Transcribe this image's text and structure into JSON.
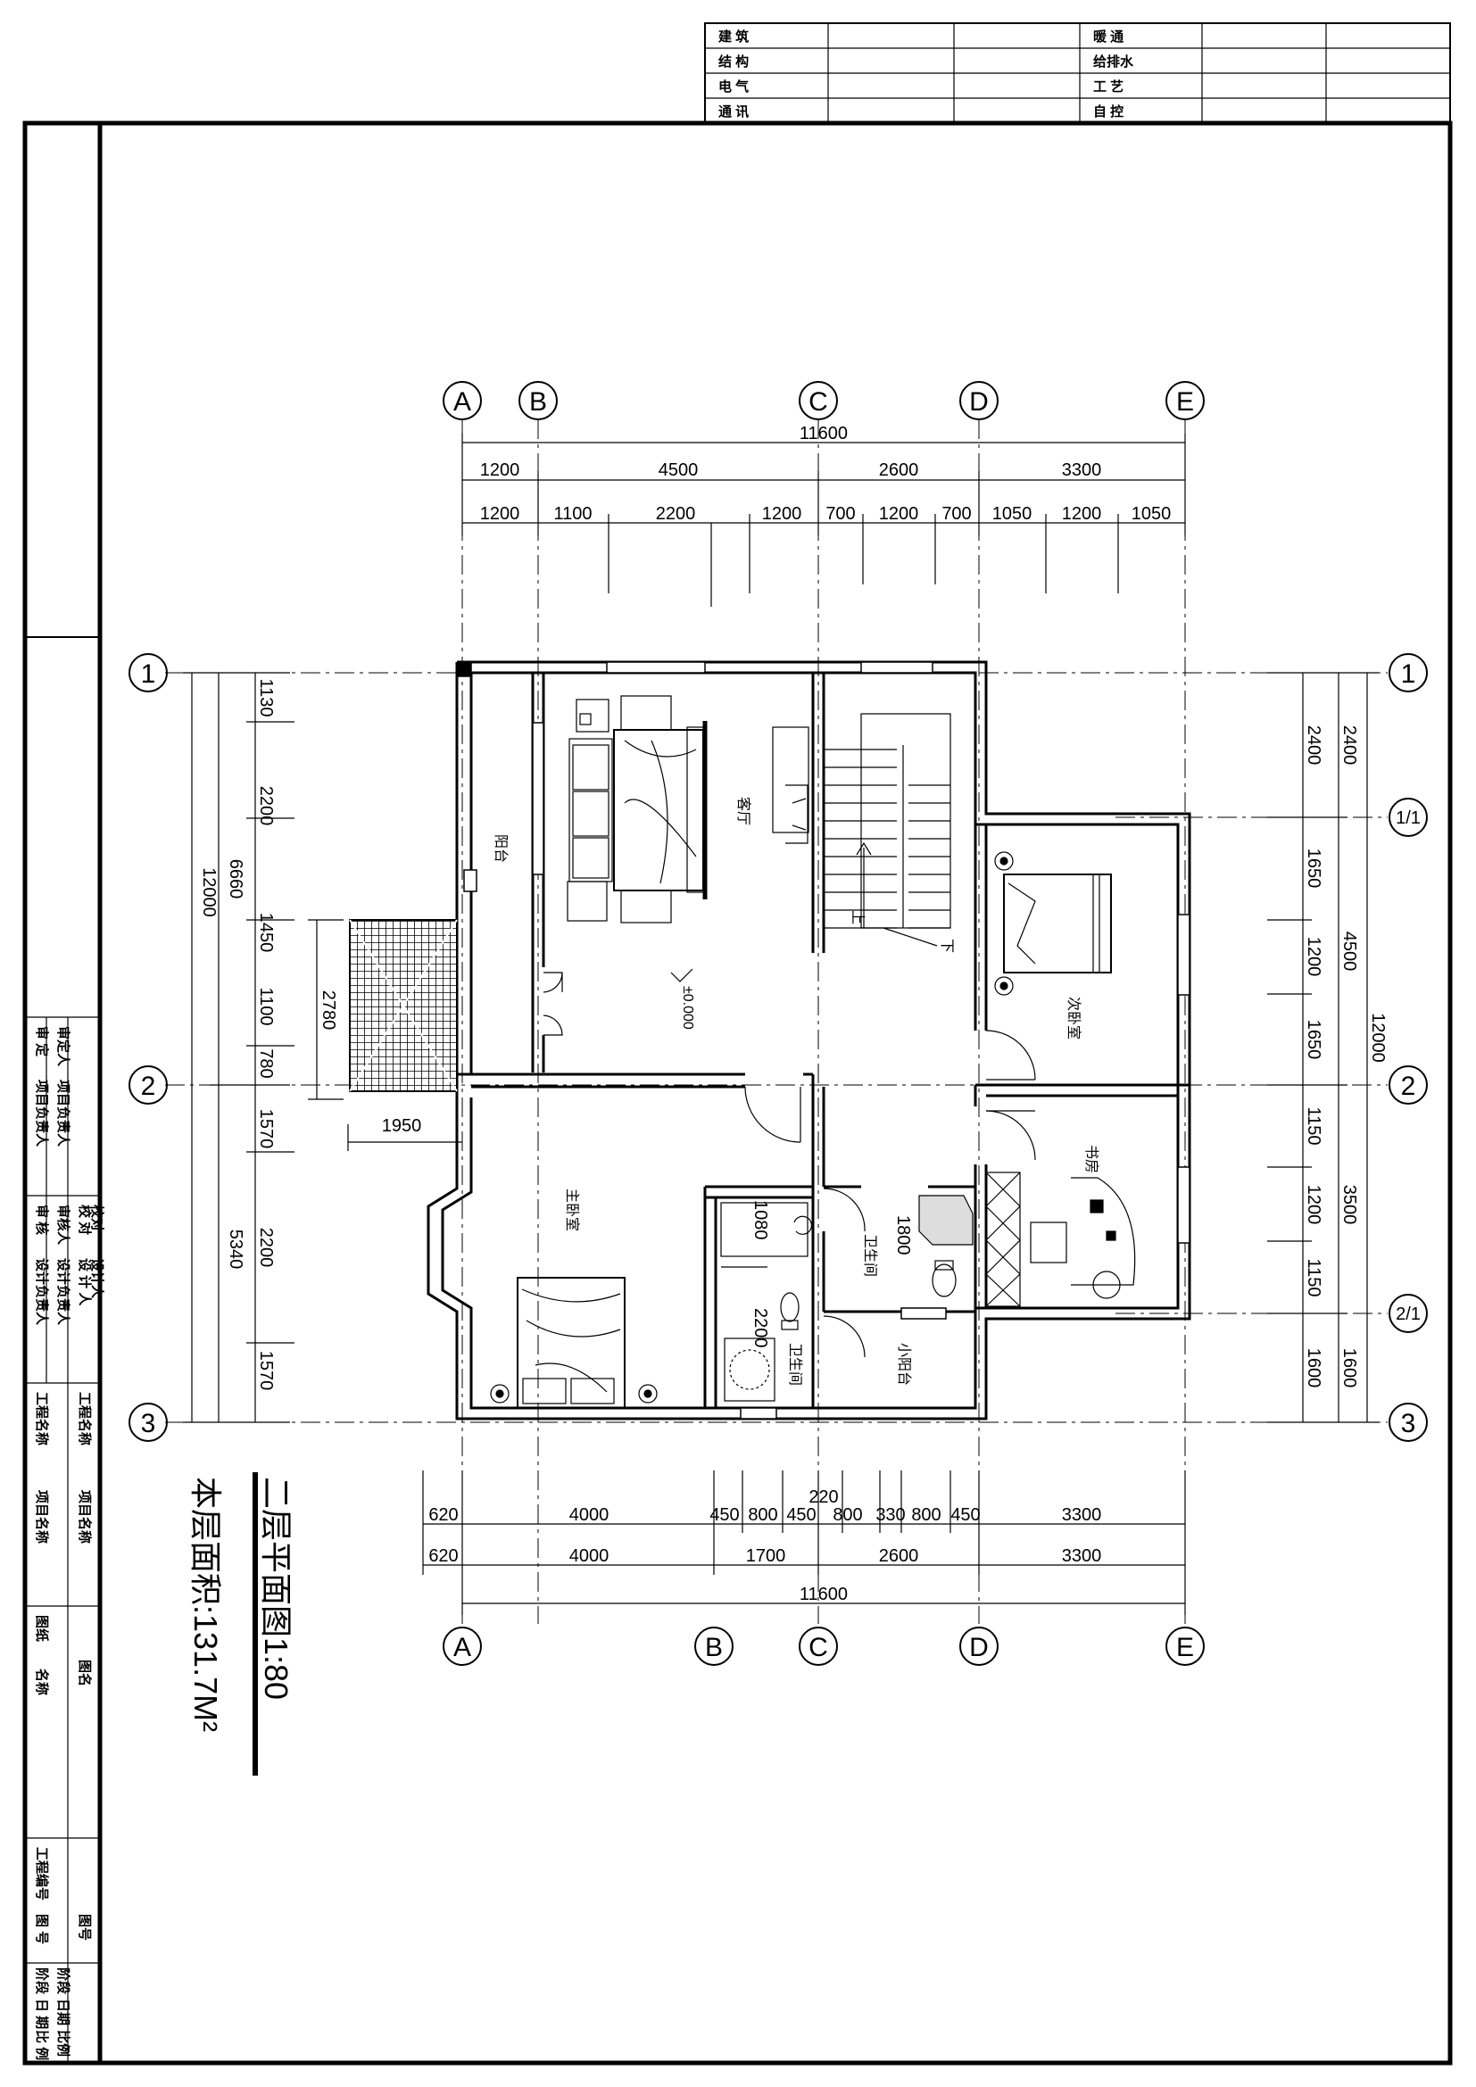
{
  "sheet": {
    "top_block": {
      "left_labels": [
        "建 筑",
        "结 构",
        "电 气",
        "通 讯"
      ],
      "right_labels": [
        "暖 通",
        "给排水",
        "工 艺",
        "自 控"
      ]
    },
    "side_block": {
      "review_labels": [
        "审 定",
        "项目负责人",
        "审 核",
        "设计负责人",
        "校 对",
        "设 计 人"
      ],
      "review_values": [
        "审定人",
        "项目负责人",
        "审核人",
        "设计负责人",
        "校对",
        "设计人"
      ],
      "project_labels": [
        "工程名称",
        "项目名称"
      ],
      "project_values": [
        "工程名称",
        "项目名称"
      ],
      "drawing_labels": [
        "图纸",
        "名称"
      ],
      "drawing_value": "图名",
      "number_labels": [
        "工程编号",
        "图 号"
      ],
      "number_value": "图号",
      "phase_labels": [
        "阶段",
        "日 期",
        "比 例"
      ],
      "phase_values": [
        "阶段",
        "日期",
        "比例"
      ]
    }
  },
  "plan": {
    "title": "二层平面图1:80",
    "area": "本层面积:131.7M²",
    "axes_letter": [
      "A",
      "B",
      "C",
      "D",
      "E"
    ],
    "axes_number": [
      "1",
      "1/1",
      "2",
      "2/1",
      "3"
    ],
    "rooms": {
      "balcony": "阳台",
      "living": "客厅",
      "second_bedroom": "次卧室",
      "master_bedroom": "主卧室",
      "study": "书房",
      "bath1": "卫生间",
      "bath2": "卫生间",
      "small_balcony": "小阳台",
      "stair_up": "上",
      "stair_down": "下",
      "elevation_mark": "±0.000"
    },
    "dims_top": {
      "overall": "11600",
      "row1": [
        "1200",
        "4500",
        "2600",
        "3300"
      ],
      "row2": [
        "1200",
        "1100",
        "2200",
        "1200",
        "700",
        "1200",
        "700",
        "1050",
        "1200",
        "1050"
      ]
    },
    "dims_bottom": {
      "overall": "11600",
      "row1": [
        "620",
        "4000",
        "450",
        "800",
        "450",
        "800",
        "330",
        "800",
        "450",
        "3300"
      ],
      "row2": [
        "620",
        "4000",
        "1700",
        "2600",
        "3300"
      ],
      "extra": "220"
    },
    "dims_left": {
      "overall": "12000",
      "row_mid": [
        "6660",
        "5340"
      ],
      "row_inner": [
        "1130",
        "2200",
        "1450",
        "1100",
        "780",
        "1570",
        "2200",
        "1570"
      ],
      "bay_height": "2780",
      "bay_width": "1950"
    },
    "dims_right": {
      "overall": "12000",
      "row_mid": [
        "2400",
        "4500",
        "3500",
        "1600"
      ],
      "row_inner": [
        "2400",
        "1650",
        "1200",
        "1650",
        "1150",
        "1200",
        "1150",
        "1600"
      ]
    },
    "dims_interior": [
      "1080",
      "1800",
      "2200"
    ]
  }
}
